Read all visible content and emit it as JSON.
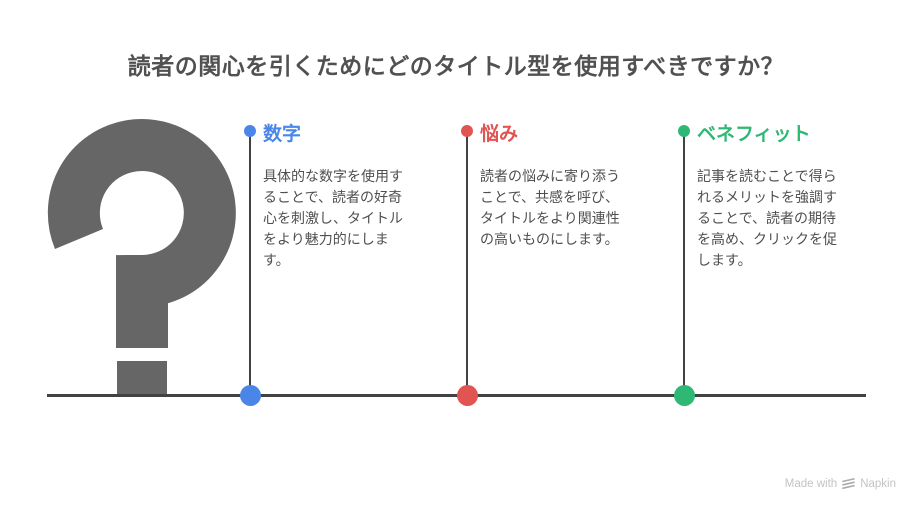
{
  "title": "読者の関心を引くためにどのタイトル型を使用すべきですか？",
  "question_mark": {
    "symbol": "?",
    "color": "#666666"
  },
  "timeline": {
    "line_color": "#424242"
  },
  "columns": [
    {
      "label": "数字",
      "color": "#4a86e8",
      "description": "具体的な数字を使用することで、読者の好奇心を刺激し、タイトルをより魅力的にします。"
    },
    {
      "label": "悩み",
      "color": "#e05451",
      "description": "読者の悩みに寄り添うことで、共感を呼び、タイトルをより関連性の高いものにします。"
    },
    {
      "label": "ベネフィット",
      "color": "#2eb873",
      "description": "記事を読むことで得られるメリットを強調することで、読者の期待を高め、クリックを促します。"
    }
  ],
  "footer": {
    "made_with": "Made with",
    "brand": "Napkin"
  }
}
